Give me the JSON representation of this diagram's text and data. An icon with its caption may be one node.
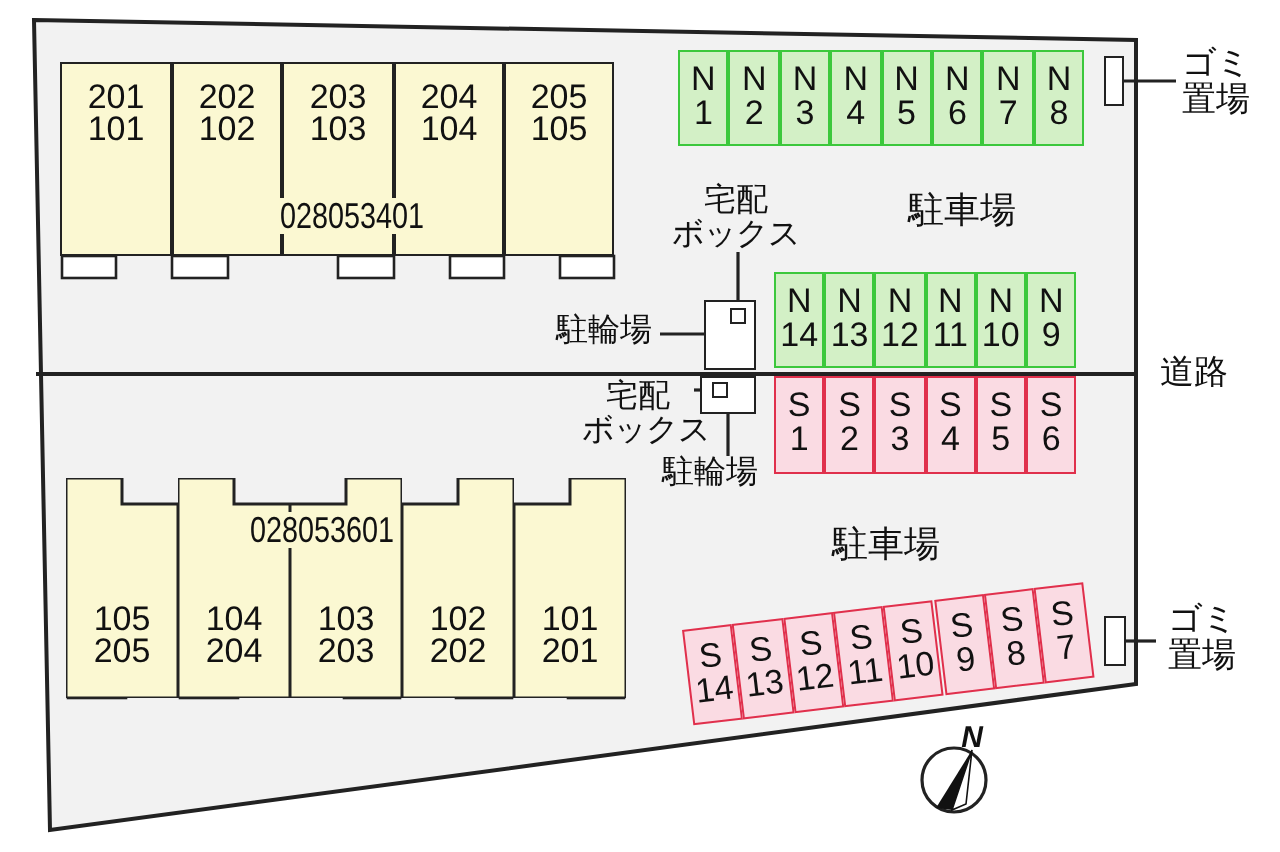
{
  "diagram": {
    "nodes": [
      {
        "text": [
          "201 101"
        ]
      },
      {
        "text": [
          "202 102"
        ]
      },
      {
        "text": [
          "203 103"
        ]
      },
      {
        "text": [
          "204 104"
        ]
      },
      {
        "text": [
          "205 105"
        ]
      },
      {
        "text": [
          "N 1"
        ]
      },
      {
        "text": [
          "N 2"
        ]
      },
      {
        "text": [
          "N 3"
        ]
      },
      {
        "text": [
          "N 4"
        ]
      },
      {
        "text": [
          "N 5"
        ]
      },
      {
        "text": [
          "N 6"
        ]
      },
      {
        "text": [
          "N 7"
        ]
      },
      {
        "text": [
          "N 8"
        ]
      },
      {
        "text": [],
        "shape": "box"
      },
      {
        "text": [
          "ゴミ置場"
        ]
      },
      {
        "text": [
          "宅配ボックス"
        ]
      },
      {
        "text": [
          "駐輪場"
        ]
      },
      {
        "text": [],
        "shape": "box"
      },
      {
        "text": [],
        "shape": "box",
        "in": 17
      },
      {
        "text": [
          "N 14"
        ]
      },
      {
        "text": [
          "N 13"
        ]
      },
      {
        "text": [
          "N 12"
        ]
      },
      {
        "text": [
          "N 11"
        ]
      },
      {
        "text": [
          "N 10"
        ]
      },
      {
        "text": [
          "N 9"
        ]
      },
      {
        "text": [
          "宅配ボックス"
        ]
      },
      {
        "text": [],
        "shape": "box"
      },
      {
        "text": [],
        "shape": "box",
        "in": 26
      },
      {
        "text": [
          "駐輪場"
        ]
      },
      {
        "text": [
          "S 1"
        ]
      },
      {
        "text": [
          "S 2"
        ]
      },
      {
        "text": [
          "S 3"
        ]
      },
      {
        "text": [
          "S 4"
        ]
      },
      {
        "text": [
          "S 5"
        ]
      },
      {
        "text": [
          "S 6"
        ]
      },
      {
        "text": [
          "105 205"
        ]
      },
      {
        "text": [
          "104 204"
        ]
      },
      {
        "text": [
          "103 203"
        ]
      },
      {
        "text": [
          "102 202"
        ]
      },
      {
        "text": [
          "101 201"
        ]
      },
      {
        "text": [
          "S 14"
        ]
      },
      {
        "text": [
          "S 13"
        ]
      },
      {
        "text": [
          "S 12"
        ]
      },
      {
        "text": [
          "S 11"
        ]
      },
      {
        "text": [
          "S 10"
        ]
      },
      {
        "text": [
          "S 9"
        ]
      },
      {
        "text": [
          "S 8"
        ]
      },
      {
        "text": [
          "S 7"
        ]
      },
      {
        "text": [],
        "shape": "box"
      },
      {
        "text": [
          "ゴミ置場"
        ]
      }
    ],
    "edges": [
      {
        "from": 15,
        "to": 18,
        "arrow": "none"
      },
      {
        "from": 16,
        "to": 17,
        "arrow": "none"
      },
      {
        "from": 25,
        "to": 27,
        "arrow": "none"
      },
      {
        "from": 28,
        "to": 26,
        "arrow": "none"
      },
      {
        "from": 14,
        "to": 13,
        "arrow": "none"
      },
      {
        "from": 49,
        "to": 48,
        "arrow": "none"
      }
    ],
    "labels": [
      "028053401",
      "駐車場",
      "道路",
      "028053601",
      "駐車場",
      "N"
    ]
  }
}
